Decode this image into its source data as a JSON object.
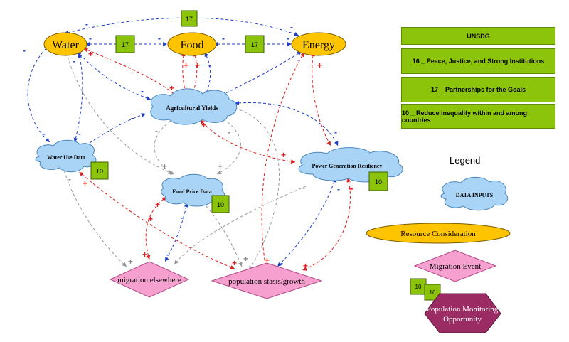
{
  "nodes": {
    "water": "Water",
    "food": "Food",
    "energy": "Energy",
    "agricultural_yields": "Agricultural Yields",
    "water_use_data": "Water Use Data",
    "food_price_data": "Food Price Data",
    "power_generation_resiliency": "Power Generation Resiliency",
    "migration_elsewhere": "migration elsewhere",
    "population_stasis_growth": "population stasis/growth"
  },
  "badges": {
    "top": "17",
    "water_food": "17",
    "food_energy": "17",
    "water_use": "10",
    "food_price": "10",
    "power": "10"
  },
  "signs": {
    "plus": "+",
    "minus": "-"
  },
  "sdg_panel": {
    "header": "UNSDG",
    "goals": [
      "16 _ Peace, Justice, and Strong Institutions",
      "17 _ Partnerships for the Goals",
      "10 _ Reduce inequality within and among countries"
    ]
  },
  "legend": {
    "title": "Legend",
    "data_inputs": "DATA INPUTS",
    "resource": "Resource Consideration",
    "migration": "Migration Event",
    "badge_a": "10",
    "badge_b": "16",
    "monitoring": "Population Monitoring Opportunity"
  },
  "colors": {
    "resource_fill": "#ffc400",
    "data_fill": "#a9d4f5",
    "migration_fill": "#f5a0cf",
    "badge_fill": "#8cc40c",
    "monitoring_fill": "#9a2b63",
    "positive_link": "#e0201e",
    "negative_link": "#1f3fc8",
    "neutral_link": "#999999"
  }
}
